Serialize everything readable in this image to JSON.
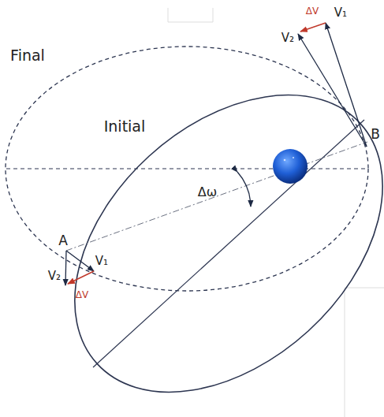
{
  "diagram": {
    "labels": [
      "ΔV",
      "V₁",
      "V₂",
      "Final",
      "B",
      "Initial",
      "Δω",
      "A",
      "V₁",
      "V₂",
      "ΔV"
    ]
  }
}
